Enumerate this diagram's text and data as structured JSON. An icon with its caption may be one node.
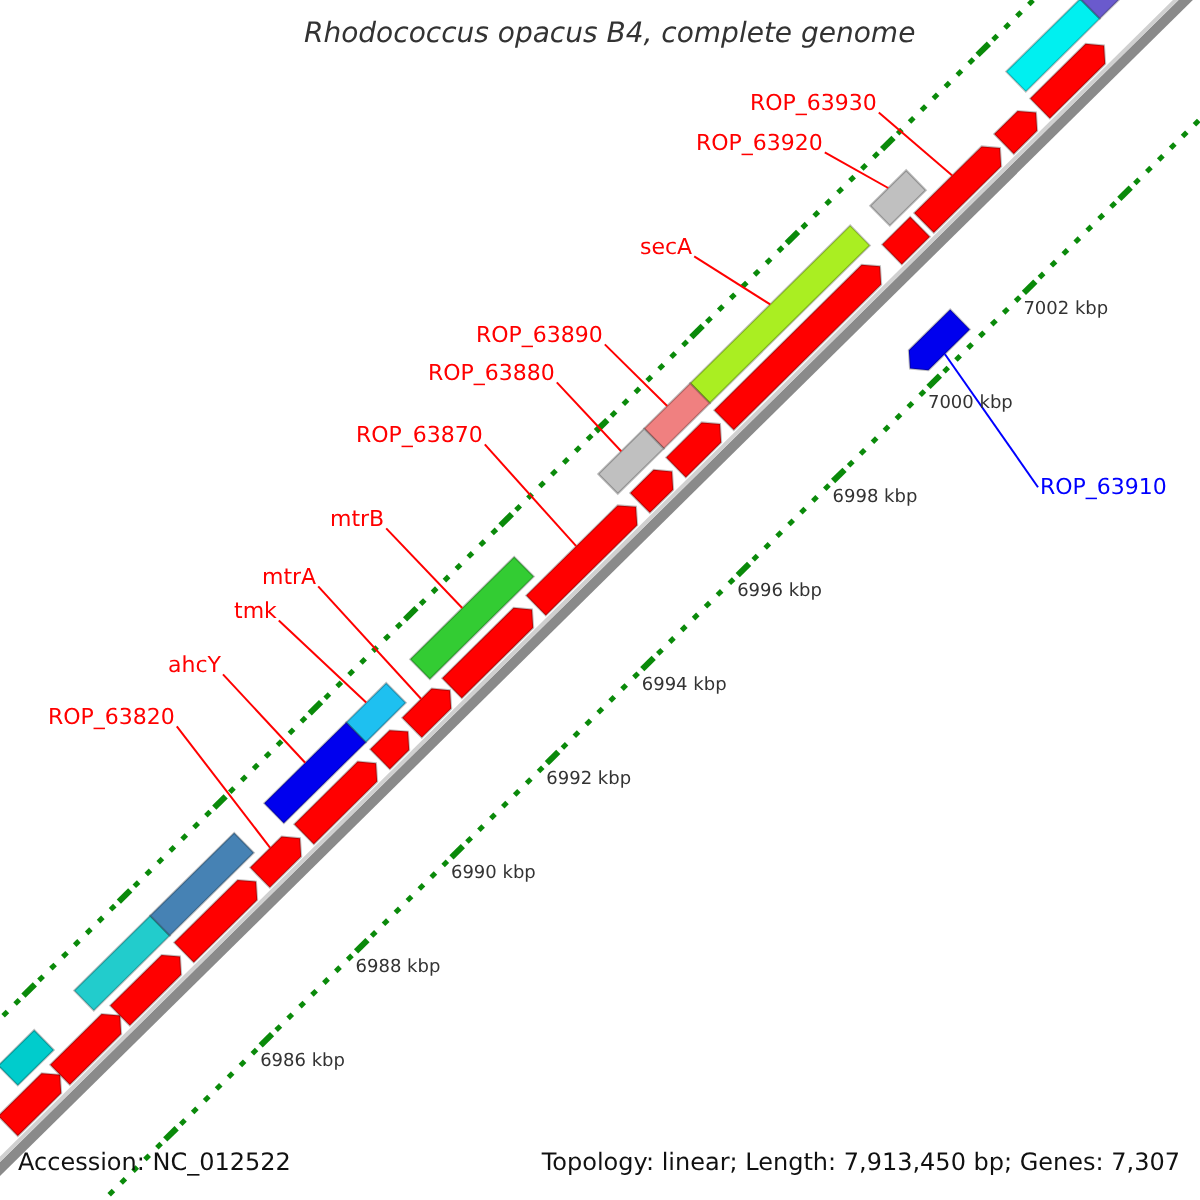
{
  "diagram": {
    "title": "Rhodococcus opacus B4, complete genome",
    "nodes": [
      {
        "text": [
          "ROP_63930"
        ]
      },
      {
        "text": [
          "ROP_63920"
        ]
      },
      {
        "text": [
          "secA"
        ]
      },
      {
        "text": [
          "ROP_63890"
        ]
      },
      {
        "text": [
          "ROP_63880"
        ]
      },
      {
        "text": [
          "ROP_63870"
        ]
      },
      {
        "text": [
          "mtrB"
        ]
      },
      {
        "text": [
          "mtrA"
        ]
      },
      {
        "text": [
          "tmk"
        ]
      },
      {
        "text": [
          "ahcY"
        ]
      },
      {
        "text": [
          "ROP_63820"
        ]
      },
      {
        "text": [
          "ROP_63910"
        ]
      },
      {
        "text": [],
        "shape": "pentagon"
      },
      {
        "text": [],
        "shape": "bar"
      },
      {
        "text": [],
        "shape": "bar"
      },
      {
        "text": [],
        "shape": "bar"
      },
      {
        "text": [],
        "shape": "bar"
      },
      {
        "text": [],
        "shape": "pentagon"
      },
      {
        "text": [],
        "shape": "bar"
      },
      {
        "text": [],
        "shape": "pentagon"
      },
      {
        "text": [],
        "shape": "bar"
      },
      {
        "text": [],
        "shape": "bar"
      },
      {
        "text": [],
        "shape": "pentagon"
      },
      {
        "text": [],
        "shape": "pentagon"
      },
      {
        "text": [],
        "shape": "bar"
      },
      {
        "text": [],
        "shape": "pentagon"
      },
      {
        "text": [],
        "shape": "pentagon"
      },
      {
        "text": [],
        "shape": "bar"
      },
      {
        "text": [],
        "shape": "pentagon"
      },
      {
        "text": [],
        "shape": "bar"
      },
      {
        "text": [],
        "shape": "pentagon"
      },
      {
        "text": [],
        "shape": "pentagon"
      },
      {
        "text": [],
        "shape": "pentagon"
      },
      {
        "text": [],
        "shape": "pentagon"
      },
      {
        "text": [],
        "shape": "pentagon"
      },
      {
        "text": [],
        "shape": "pentagon"
      },
      {
        "text": [],
        "shape": "pentagon"
      },
      {
        "text": [],
        "shape": "bar"
      },
      {
        "text": [],
        "shape": "pentagon"
      },
      {
        "text": [],
        "shape": "bar"
      },
      {
        "text": [],
        "shape": "pentagon"
      },
      {
        "text": [],
        "shape": "bar"
      }
    ],
    "edges": [
      {
        "from": 0,
        "to": 12,
        "arrow": "none"
      },
      {
        "from": 1,
        "to": 13,
        "arrow": "none"
      },
      {
        "from": 2,
        "to": 14,
        "arrow": "none"
      },
      {
        "from": 3,
        "to": 15,
        "arrow": "none"
      },
      {
        "from": 4,
        "to": 16,
        "arrow": "none"
      },
      {
        "from": 5,
        "to": 17,
        "arrow": "none"
      },
      {
        "from": 6,
        "to": 18,
        "arrow": "none"
      },
      {
        "from": 7,
        "to": 19,
        "arrow": "none"
      },
      {
        "from": 8,
        "to": 20,
        "arrow": "none"
      },
      {
        "from": 9,
        "to": 21,
        "arrow": "none"
      },
      {
        "from": 10,
        "to": 22,
        "arrow": "none"
      },
      {
        "from": 11,
        "to": 23,
        "arrow": "none",
        "color": "#0000ff"
      }
    ],
    "labels": [
      "6986 kbp",
      "6988 kbp",
      "6990 kbp",
      "6992 kbp",
      "6994 kbp",
      "6996 kbp",
      "6998 kbp",
      "7000 kbp",
      "7002 kbp",
      "Accession: NC_012522",
      "Topology: linear; Length: 7,913,450 bp; Genes: 7,307"
    ]
  }
}
